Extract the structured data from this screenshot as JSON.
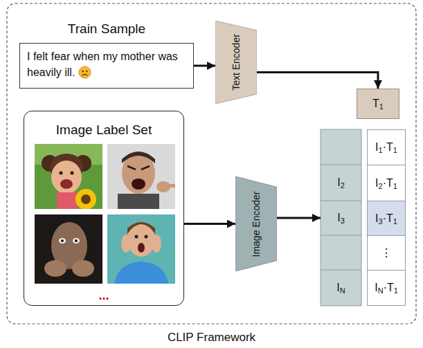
{
  "diagram": {
    "caption": "CLIP Framework",
    "nodes": [
      {
        "text": [
          "Train Sample",
          "I felt fear when my mother was heavily ill."
        ]
      },
      {
        "text": [
          "Text Encoder"
        ]
      },
      {
        "text": [
          "T1"
        ]
      },
      {
        "text": [
          "Image Label Set",
          "..."
        ]
      },
      {
        "text": [
          "Image Encoder"
        ]
      },
      {
        "text": [
          "I2"
        ]
      },
      {
        "text": [
          "I3"
        ]
      },
      {
        "text": [
          "IN"
        ]
      },
      {
        "text": [
          "I1·T1"
        ]
      },
      {
        "text": [
          "I2·T1"
        ]
      },
      {
        "text": [
          "I3·T1"
        ]
      },
      {
        "text": [
          "⋮"
        ]
      },
      {
        "text": [
          "IN·T1"
        ]
      }
    ],
    "edges": [
      {
        "from": 0,
        "to": 1,
        "arrow": "to"
      },
      {
        "from": 1,
        "to": 2,
        "arrow": "to"
      },
      {
        "from": 3,
        "to": 4,
        "arrow": "to"
      },
      {
        "from": 4,
        "to": 6,
        "arrow": "to"
      }
    ]
  }
}
